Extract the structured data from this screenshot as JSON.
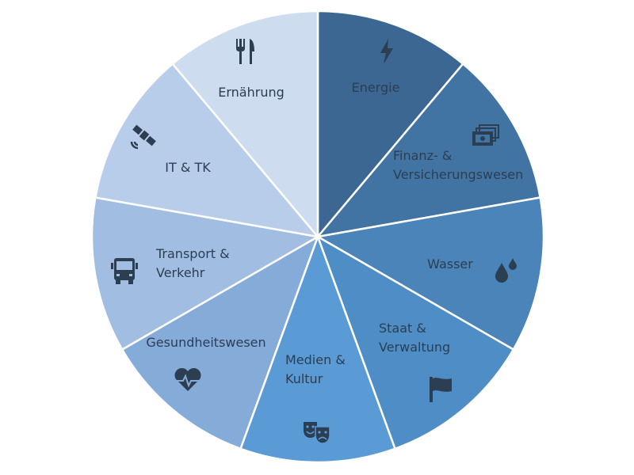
{
  "diagram": {
    "type": "equal-slice pie",
    "text_color": "#2c3e52",
    "separator_color": "#ffffff",
    "sectors": [
      {
        "name": "Energie",
        "lines": [
          "Energie"
        ],
        "icon": "lightning-bolt-icon",
        "color": "#3b6792"
      },
      {
        "name": "Finanz- & Versicherungswesen",
        "lines": [
          "Finanz- &",
          "Versicherungswesen"
        ],
        "icon": "banknotes-icon",
        "color": "#4174a3"
      },
      {
        "name": "Wasser",
        "lines": [
          "Wasser"
        ],
        "icon": "water-drops-icon",
        "color": "#4a84b9"
      },
      {
        "name": "Staat & Verwaltung",
        "lines": [
          "Staat &",
          "Verwaltung"
        ],
        "icon": "flag-icon",
        "color": "#4f8dc6"
      },
      {
        "name": "Medien & Kultur",
        "lines": [
          "Medien &",
          "Kultur"
        ],
        "icon": "theater-masks-icon",
        "color": "#5a9bd6"
      },
      {
        "name": "Gesundheitswesen",
        "lines": [
          "Gesundheitswesen"
        ],
        "icon": "heartbeat-icon",
        "color": "#85abd9"
      },
      {
        "name": "Transport & Verkehr",
        "lines": [
          "Transport &",
          "Verkehr"
        ],
        "icon": "truck-icon",
        "color": "#a1bde2"
      },
      {
        "name": "IT & TK",
        "lines": [
          "IT & TK"
        ],
        "icon": "satellite-icon",
        "color": "#b7cde9"
      },
      {
        "name": "Ernährung",
        "lines": [
          "Ernährung"
        ],
        "icon": "fork-knife-icon",
        "color": "#cddcee"
      }
    ]
  }
}
